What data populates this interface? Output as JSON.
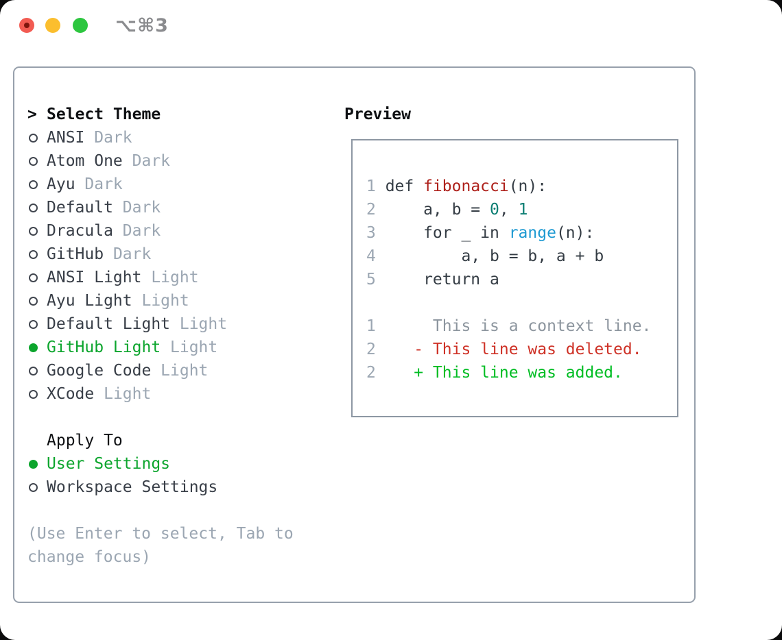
{
  "window": {
    "shortcut": "⌥⌘3"
  },
  "colors": {
    "selected_green": "#0ca52d",
    "added_green": "#00bd23",
    "deleted_red": "#ce3126",
    "function_red": "#ae211b",
    "number_teal": "#0a7d72",
    "builtin_blue": "#1f9ad2",
    "muted_gray": "#9ba6b2",
    "panel_border": "#97a0ac"
  },
  "theme_panel": {
    "header": {
      "prefix": ">",
      "label": "Select Theme"
    },
    "themes": [
      {
        "name": "ANSI",
        "variant": "Dark",
        "selected": false
      },
      {
        "name": "Atom One",
        "variant": "Dark",
        "selected": false
      },
      {
        "name": "Ayu",
        "variant": "Dark",
        "selected": false
      },
      {
        "name": "Default",
        "variant": "Dark",
        "selected": false
      },
      {
        "name": "Dracula",
        "variant": "Dark",
        "selected": false
      },
      {
        "name": "GitHub",
        "variant": "Dark",
        "selected": false
      },
      {
        "name": "ANSI Light",
        "variant": "Light",
        "selected": false
      },
      {
        "name": "Ayu Light",
        "variant": "Light",
        "selected": false
      },
      {
        "name": "Default Light",
        "variant": "Light",
        "selected": false
      },
      {
        "name": "GitHub Light",
        "variant": "Light",
        "selected": true
      },
      {
        "name": "Google Code",
        "variant": "Light",
        "selected": false
      },
      {
        "name": "XCode",
        "variant": "Light",
        "selected": false
      }
    ],
    "apply_to": {
      "label": "Apply To",
      "options": [
        {
          "name": "User Settings",
          "selected": true
        },
        {
          "name": "Workspace Settings",
          "selected": false
        }
      ]
    },
    "hint_line1": "(Use Enter to select, Tab to",
    "hint_line2": "change focus)"
  },
  "preview": {
    "label": "Preview",
    "code": {
      "lines": [
        {
          "num": "1",
          "segments": [
            {
              "text": "def ",
              "color": "plain"
            },
            {
              "text": "fibonacci",
              "color": "func"
            },
            {
              "text": "(n):",
              "color": "plain"
            }
          ]
        },
        {
          "num": "2",
          "segments": [
            {
              "text": "    a, b = ",
              "color": "plain"
            },
            {
              "text": "0",
              "color": "num"
            },
            {
              "text": ", ",
              "color": "plain"
            },
            {
              "text": "1",
              "color": "num"
            }
          ]
        },
        {
          "num": "3",
          "segments": [
            {
              "text": "    for _ in ",
              "color": "plain"
            },
            {
              "text": "range",
              "color": "builtin"
            },
            {
              "text": "(n):",
              "color": "plain"
            }
          ]
        },
        {
          "num": "4",
          "segments": [
            {
              "text": "        a, b = b, a + b",
              "color": "plain"
            }
          ]
        },
        {
          "num": "5",
          "segments": [
            {
              "text": "    return a",
              "color": "plain"
            }
          ]
        },
        {
          "num": "",
          "segments": []
        },
        {
          "num": "1",
          "segments": [
            {
              "text": "     This is a context line.",
              "color": "context"
            }
          ]
        },
        {
          "num": "2",
          "segments": [
            {
              "text": "   - This line was deleted.",
              "color": "deleted"
            }
          ]
        },
        {
          "num": "2",
          "segments": [
            {
              "text": "   + This line was added.",
              "color": "added"
            }
          ]
        }
      ]
    }
  }
}
